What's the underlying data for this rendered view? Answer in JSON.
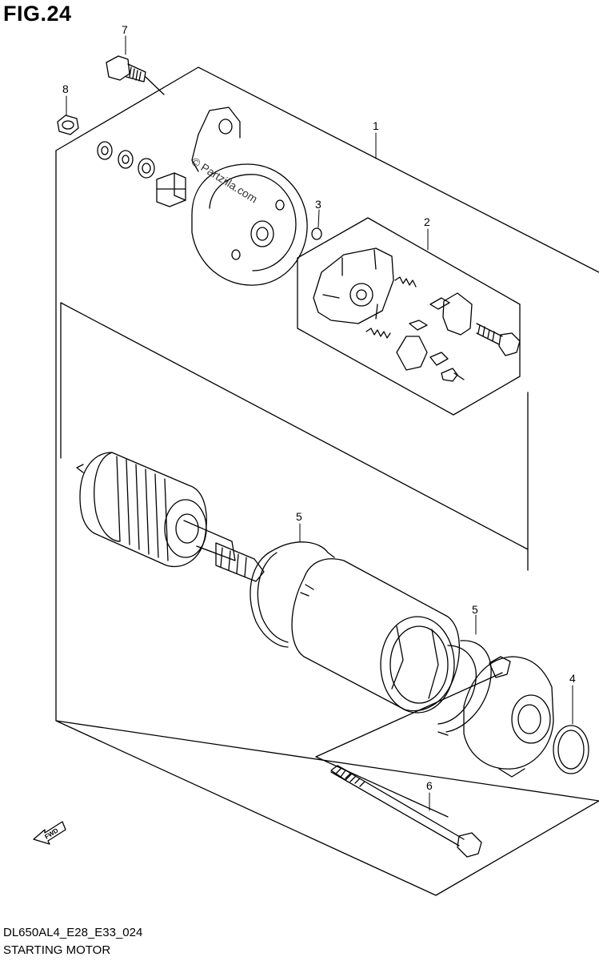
{
  "figure": {
    "title": "FIG.24"
  },
  "callouts": {
    "c1": "1",
    "c2": "2",
    "c3": "3",
    "c4": "4",
    "c5a": "5",
    "c5b": "5",
    "c6": "6",
    "c7": "7",
    "c8": "8"
  },
  "watermark": "© Partzilla.com",
  "fwd_label": "FWD",
  "footer": {
    "code": "DL650AL4_E28_E33_024",
    "description": "STARTING MOTOR"
  },
  "colors": {
    "line": "#000000",
    "background": "#ffffff"
  }
}
